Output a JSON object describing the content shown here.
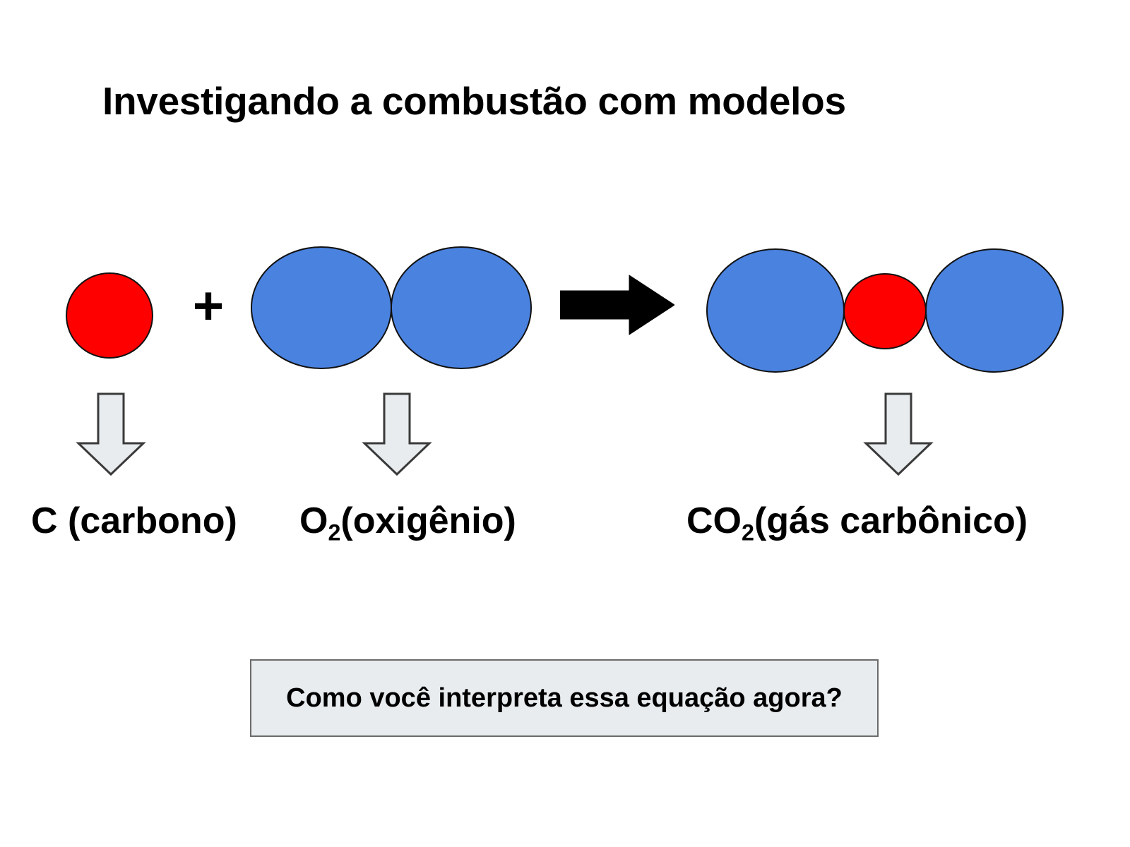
{
  "slide": {
    "title": "Investigando a combustão com modelos",
    "background_color": "#ffffff"
  },
  "equation": {
    "operator_plus": "+",
    "reaction_arrow": "yields-arrow-right",
    "reactants": [
      {
        "id": "carbon",
        "formula": "C",
        "subscript": "",
        "name": "(carbono)",
        "caption": "C (carbono)",
        "atoms": [
          {
            "element": "C",
            "role": "carbon",
            "color": "#ff0000",
            "relative_size": "small"
          }
        ]
      },
      {
        "id": "oxygen",
        "formula": "O",
        "subscript": "2",
        "name": "(oxigênio)",
        "caption": "O2(oxigênio)",
        "atoms": [
          {
            "element": "O",
            "role": "oxygen",
            "color": "#4a82e0",
            "relative_size": "large"
          },
          {
            "element": "O",
            "role": "oxygen",
            "color": "#4a82e0",
            "relative_size": "large"
          }
        ]
      }
    ],
    "products": [
      {
        "id": "carbon-dioxide",
        "formula": "CO",
        "subscript": "2",
        "name": "(gás carbônico)",
        "caption": "CO2(gás carbônico)",
        "atoms": [
          {
            "element": "O",
            "role": "oxygen",
            "color": "#4a82e0",
            "relative_size": "large"
          },
          {
            "element": "C",
            "role": "carbon",
            "color": "#ff0000",
            "relative_size": "small"
          },
          {
            "element": "O",
            "role": "oxygen",
            "color": "#4a82e0",
            "relative_size": "large"
          }
        ]
      }
    ]
  },
  "captions": {
    "carbon": {
      "symbol": "C",
      "sub": "",
      "rest": " (carbono)"
    },
    "oxygen": {
      "symbol": "O",
      "sub": "2",
      "rest": "(oxigênio)"
    },
    "carbon_dioxide": {
      "symbol": "CO",
      "sub": "2",
      "rest": "(gás carbônico)"
    }
  },
  "callouts": {
    "label_pointer_icon": "down-arrow-icon",
    "count": 3
  },
  "question": {
    "text": "Como você interpreta essa equação agora?",
    "background_color": "#e8ecee",
    "border_color": "#6b6b6b"
  },
  "colors": {
    "carbon_red": "#ff0000",
    "oxygen_blue": "#4a82e0",
    "outline_black": "#111111",
    "arrow_black": "#000000",
    "pointer_grey_fill": "#e8ecee",
    "pointer_grey_stroke": "#3a3a3a"
  }
}
